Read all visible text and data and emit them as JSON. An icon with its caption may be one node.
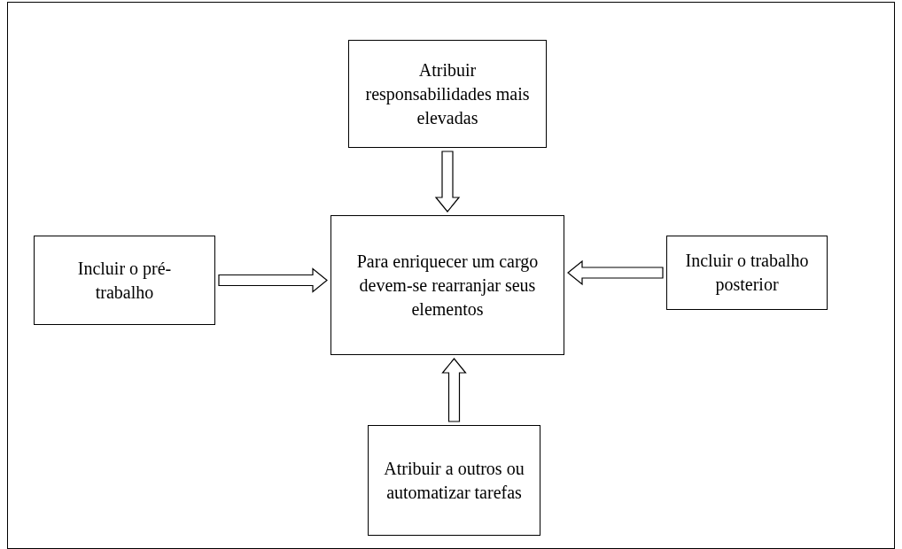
{
  "diagram": {
    "nodes": [
      {
        "text": [
          "Atribuir responsabilidades mais elevadas"
        ]
      },
      {
        "text": [
          "Para enriquecer um cargo devem-se rearranjar seus elementos"
        ]
      },
      {
        "text": [
          "Incluir o pré-trabalho"
        ]
      },
      {
        "text": [
          "Incluir o trabalho posterior"
        ]
      },
      {
        "text": [
          "Atribuir a outros ou automatizar tarefas"
        ]
      }
    ],
    "edges": [
      {
        "from": 0,
        "to": 1,
        "arrow": "to"
      },
      {
        "from": 2,
        "to": 1,
        "arrow": "to"
      },
      {
        "from": 3,
        "to": 1,
        "arrow": "to"
      },
      {
        "from": 4,
        "to": 1,
        "arrow": "to"
      }
    ]
  }
}
